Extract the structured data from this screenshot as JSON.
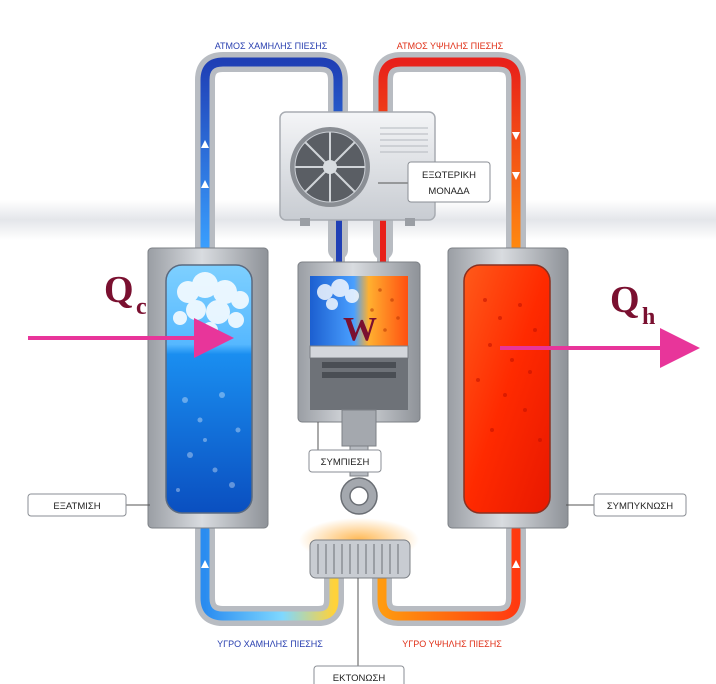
{
  "labels": {
    "low_pressure_vapor": "ΑΤΜΟΣ ΧΑΜΗΛΗΣ ΠΙΕΣΗΣ",
    "high_pressure_vapor": "ΑΤΜΟΣ ΥΨΗΛΗΣ ΠΙΕΣΗΣ",
    "outdoor_unit_line1": "ΕΞΩΤΕΡΙΚΗ",
    "outdoor_unit_line2": "ΜΟΝΑΔΑ",
    "compression": "ΣΥΜΠΙΕΣΗ",
    "evaporation": "ΕΞΑΤΜΙΣΗ",
    "condensation": "ΣΥΜΠΥΚΝΩΣΗ",
    "low_pressure_liquid": "ΥΓΡΟ ΧΑΜΗΛΗΣ ΠΙΕΣΗΣ",
    "high_pressure_liquid": "ΥΓΡΟ ΥΨΗΛΗΣ ΠΙΕΣΗΣ",
    "expansion": "ΕΚΤΟΝΩΣΗ"
  },
  "symbols": {
    "qc_main": "Q",
    "qc_sub": "c",
    "qh_main": "Q",
    "qh_sub": "h",
    "work": "W"
  },
  "colors": {
    "cold_blue": "#1a6fd6",
    "hot_red": "#ff2a00",
    "warm_orange": "#ff8a10",
    "heat_arrow": "#e8359a",
    "label_blue": "#2a40b0",
    "label_red": "#e03018",
    "symbol_maroon": "#7a1030"
  }
}
